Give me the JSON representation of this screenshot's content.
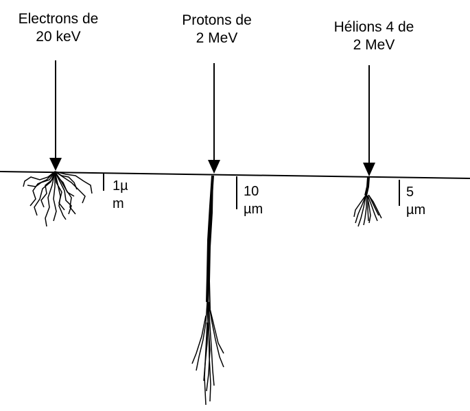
{
  "particles": [
    {
      "id": "electrons",
      "line1": "Electrons de",
      "line2": "20 keV",
      "scale_line1": "1µ",
      "scale_line2": "m"
    },
    {
      "id": "protons",
      "line1": "Protons de",
      "line2": "2 MeV",
      "scale_line1": "10",
      "scale_line2": "µm"
    },
    {
      "id": "helions",
      "line1": "Hélions 4 de",
      "line2": "2 MeV",
      "scale_line1": "5",
      "scale_line2": "µm"
    }
  ]
}
